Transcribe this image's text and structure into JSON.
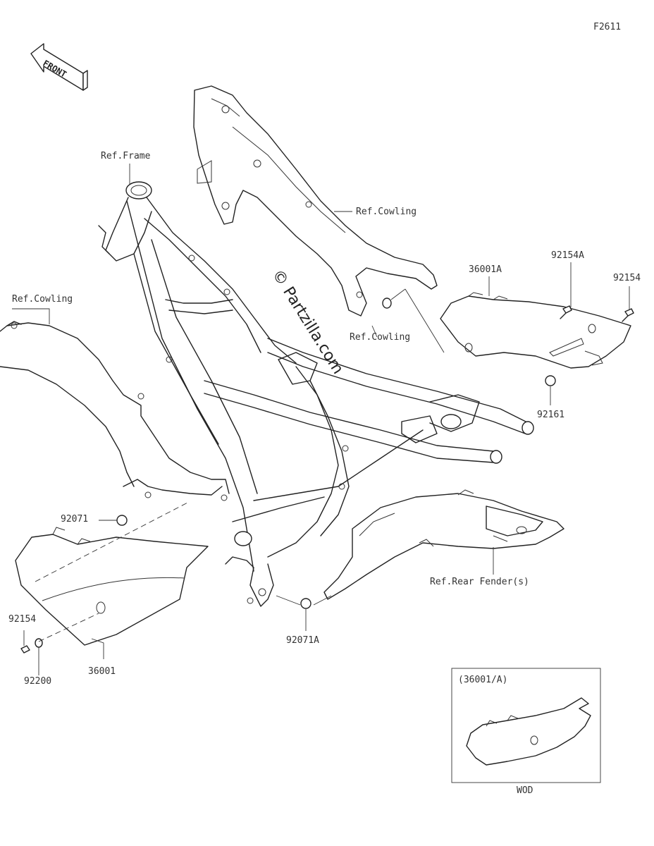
{
  "figure_code": "F2611",
  "front_arrow": "FRONT",
  "watermark": "© Partzilla.com",
  "labels": {
    "ref_frame": "Ref.Frame",
    "ref_cowling_top": "Ref.Cowling",
    "ref_cowling_left": "Ref.Cowling",
    "ref_cowling_mid": "Ref.Cowling",
    "ref_rear_fender": "Ref.Rear Fender(s)",
    "p36001A": "36001A",
    "p92154A": "92154A",
    "p92154_right": "92154",
    "p92161": "92161",
    "p92071": "92071",
    "p92071A": "92071A",
    "p92154_left": "92154",
    "p92200": "92200",
    "p36001": "36001"
  },
  "inset": {
    "title": "(36001/A)",
    "caption": "WOD"
  }
}
